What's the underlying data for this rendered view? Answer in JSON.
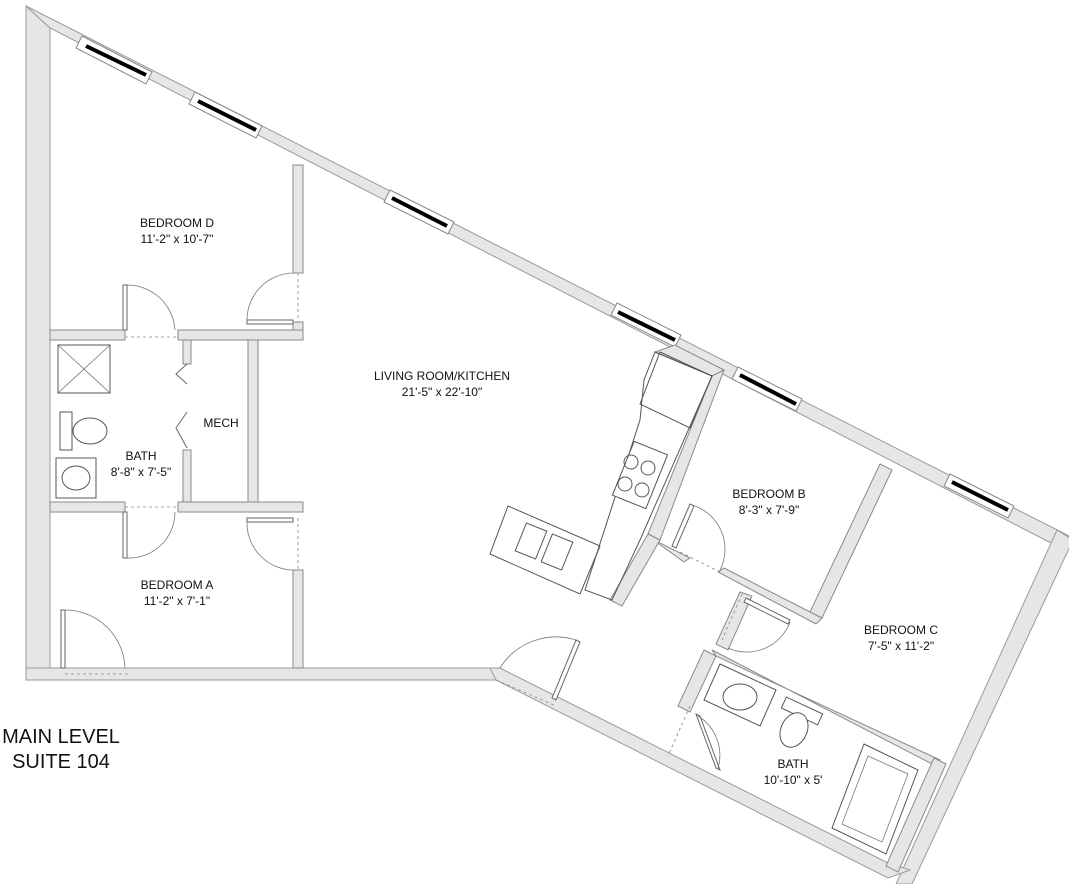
{
  "title": {
    "line1": "MAIN LEVEL",
    "line2": "SUITE 104"
  },
  "rooms": {
    "bedroom_d": {
      "name": "BEDROOM D",
      "dims": "11'-2\" x 10'-7\""
    },
    "living": {
      "name": "LIVING ROOM/KITCHEN",
      "dims": "21'-5\" x 22'-10\""
    },
    "mech": {
      "name": "MECH"
    },
    "bath_left": {
      "name": "BATH",
      "dims": "8'-8\" x 7'-5\""
    },
    "bedroom_a": {
      "name": "BEDROOM A",
      "dims": "11'-2\" x 7'-1\""
    },
    "bedroom_b": {
      "name": "BEDROOM B",
      "dims": "8'-3\" x 7'-9\""
    },
    "bedroom_c": {
      "name": "BEDROOM C",
      "dims": "7'-5\" x 11'-2\""
    },
    "bath_right": {
      "name": "BATH",
      "dims": "10'-10\" x 5'"
    }
  },
  "colors": {
    "wall_fill": "#e6e6e6",
    "line": "#555555",
    "window_glass": "#000000"
  }
}
